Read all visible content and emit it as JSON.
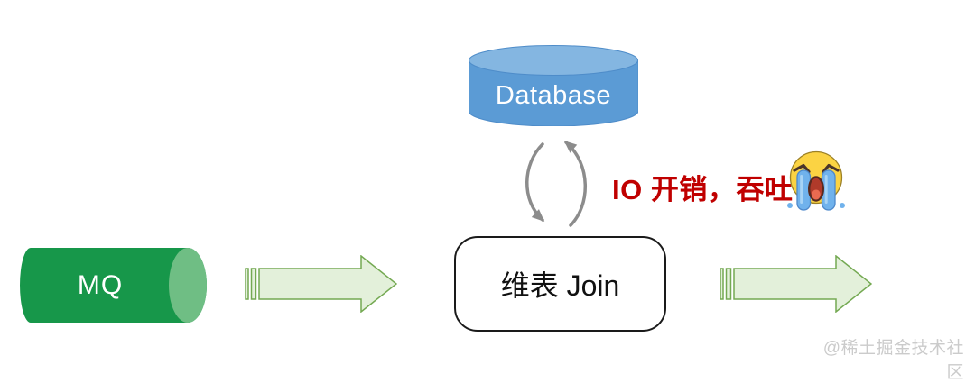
{
  "nodes": {
    "database": {
      "label": "Database",
      "body_fill": "#5B9BD5",
      "top_fill": "#84B6E1",
      "edge": "#4E8CC9"
    },
    "mq": {
      "label": "MQ",
      "body_fill": "#17974A",
      "cap_fill": "#6FBE84"
    },
    "join": {
      "label": "维表 Join"
    }
  },
  "annotations": {
    "io_note": {
      "text": "IO 开销，吞吐",
      "color": "#C00000",
      "emoji": "loudly-crying-face"
    }
  },
  "flow_arrows": {
    "fill": "#E3F0DA",
    "stroke": "#74A952"
  },
  "cycle_arrows": {
    "color": "#8C8C8C"
  },
  "watermark": {
    "text": "@稀土掘金技术社区",
    "color": "#CBCBCB"
  }
}
